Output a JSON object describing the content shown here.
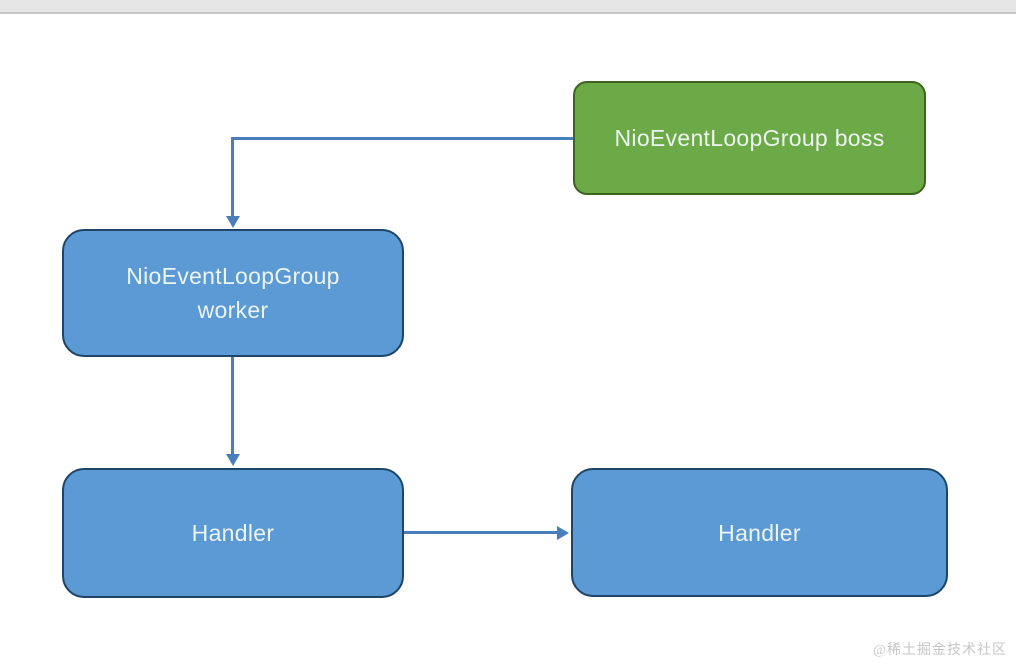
{
  "diagram": {
    "title_hint": "Netty NioEventLoopGroup thread model diagram",
    "nodes": [
      {
        "id": "boss",
        "label": "NioEventLoopGroup boss"
      },
      {
        "id": "worker",
        "label": "NioEventLoopGroup\nworker"
      },
      {
        "id": "handler-left",
        "label": "Handler"
      },
      {
        "id": "handler-right",
        "label": "Handler"
      }
    ],
    "edges": [
      {
        "from": "boss",
        "to": "worker",
        "style": "elbow-arrow",
        "direction": "left-then-down"
      },
      {
        "from": "worker",
        "to": "handler-left",
        "style": "straight-arrow",
        "direction": "down"
      },
      {
        "from": "handler-left",
        "to": "handler-right",
        "style": "straight-arrow",
        "direction": "right"
      }
    ]
  },
  "watermark": {
    "text": "@稀土掘金技术社区"
  },
  "colors": {
    "node-green": "#6BAA47",
    "node-green-border": "#3F621F",
    "node-blue": "#5B9AD5",
    "node-blue-border": "#1E4466",
    "connector": "#4A7EBB",
    "node-text": "#EDF4F0",
    "topbar-bg": "#E6E6E6",
    "topbar-border": "#C8C8C8",
    "watermark": "#C6C6C6",
    "page-bg": "#FFFFFF"
  }
}
